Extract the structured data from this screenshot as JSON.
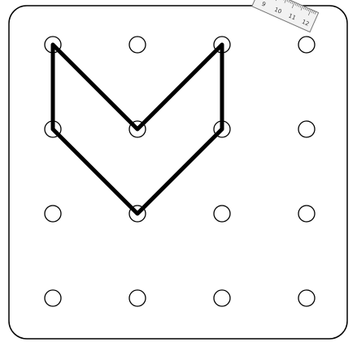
{
  "geoboard": {
    "rows": 4,
    "columns": 4,
    "board_color": "#ffffff",
    "outline_color": "#000000",
    "band_color": "#000000",
    "band_vertices": [
      {
        "col": 0,
        "row": 0
      },
      {
        "col": 1,
        "row": 1
      },
      {
        "col": 2,
        "row": 0
      },
      {
        "col": 2,
        "row": 1
      },
      {
        "col": 1,
        "row": 2
      },
      {
        "col": 0,
        "row": 1
      }
    ]
  },
  "ruler": {
    "numbers": [
      "9",
      "10",
      "11",
      "12"
    ],
    "color": "#f2f2f2"
  }
}
